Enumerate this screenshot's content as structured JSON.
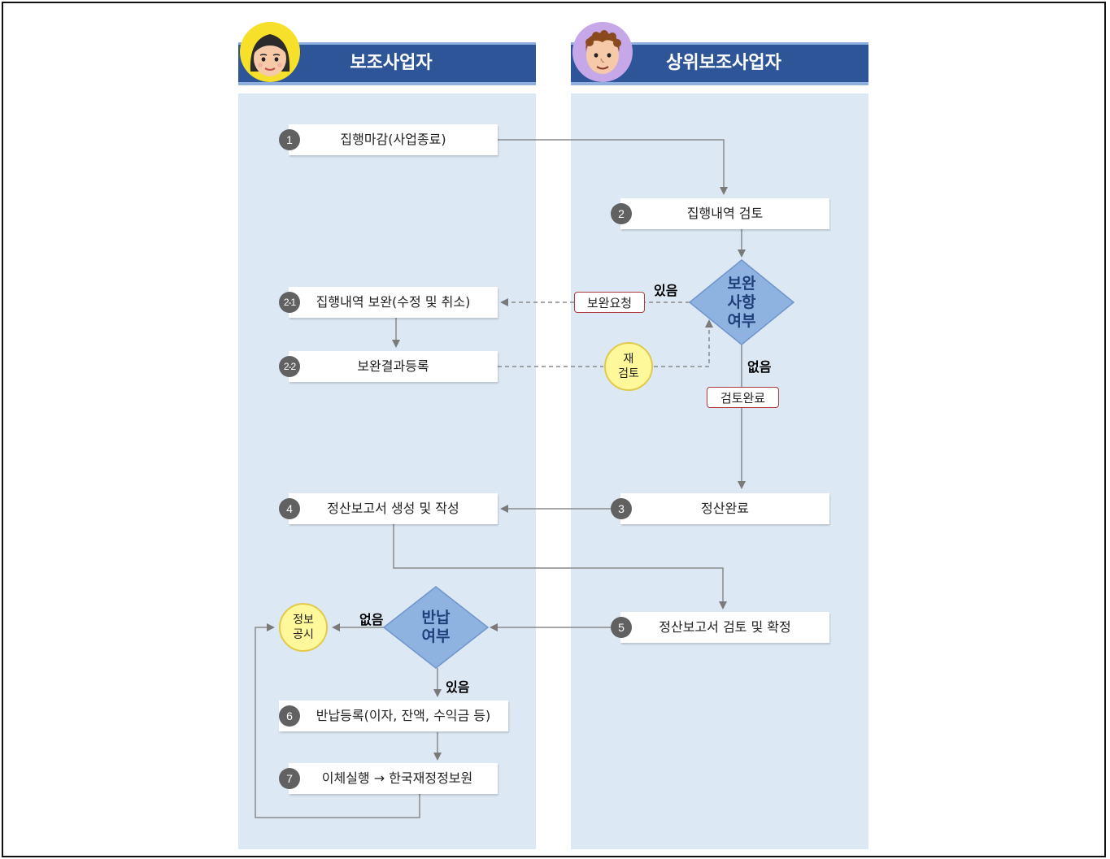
{
  "lanes": {
    "left": {
      "title": "보조사업자"
    },
    "right": {
      "title": "상위보조사업자"
    }
  },
  "steps": {
    "s1": {
      "num": "1",
      "label": "집행마감(사업종료)"
    },
    "s2": {
      "num": "2",
      "label": "집행내역 검토"
    },
    "s2_1": {
      "num": "2-1",
      "label": "집행내역 보완(수정 및 취소)"
    },
    "s2_2": {
      "num": "2-2",
      "label": "보완결과등록"
    },
    "s3": {
      "num": "3",
      "label": "정산완료"
    },
    "s4": {
      "num": "4",
      "label": "정산보고서 생성 및 작성"
    },
    "s5": {
      "num": "5",
      "label": "정산보고서 검토 및 확정"
    },
    "s6": {
      "num": "6",
      "label": "반납등록(이자, 잔액, 수익금 등)"
    },
    "s7": {
      "num": "7",
      "label": "이체실행 → 한국재정정보원"
    }
  },
  "decisions": {
    "supplement": {
      "line1": "보완",
      "line2": "사항",
      "line3": "여부"
    },
    "refund": {
      "line1": "반납",
      "line2": "여부"
    }
  },
  "tags": {
    "request": "보완요청",
    "review_done": "검토완료"
  },
  "notes": {
    "rereview": {
      "line1": "재",
      "line2": "검토"
    },
    "disclosure": {
      "line1": "정보",
      "line2": "공시"
    }
  },
  "branch_labels": {
    "yes_top": "있음",
    "no_top": "없음",
    "no_refund": "없음",
    "yes_refund": "있음"
  },
  "colors": {
    "header": "#2e5597",
    "lane": "#dde8f5",
    "diamond": "#8fb3e0",
    "badge": "#616161",
    "note": "#fff89a",
    "tag_border": "#b03a3a"
  }
}
